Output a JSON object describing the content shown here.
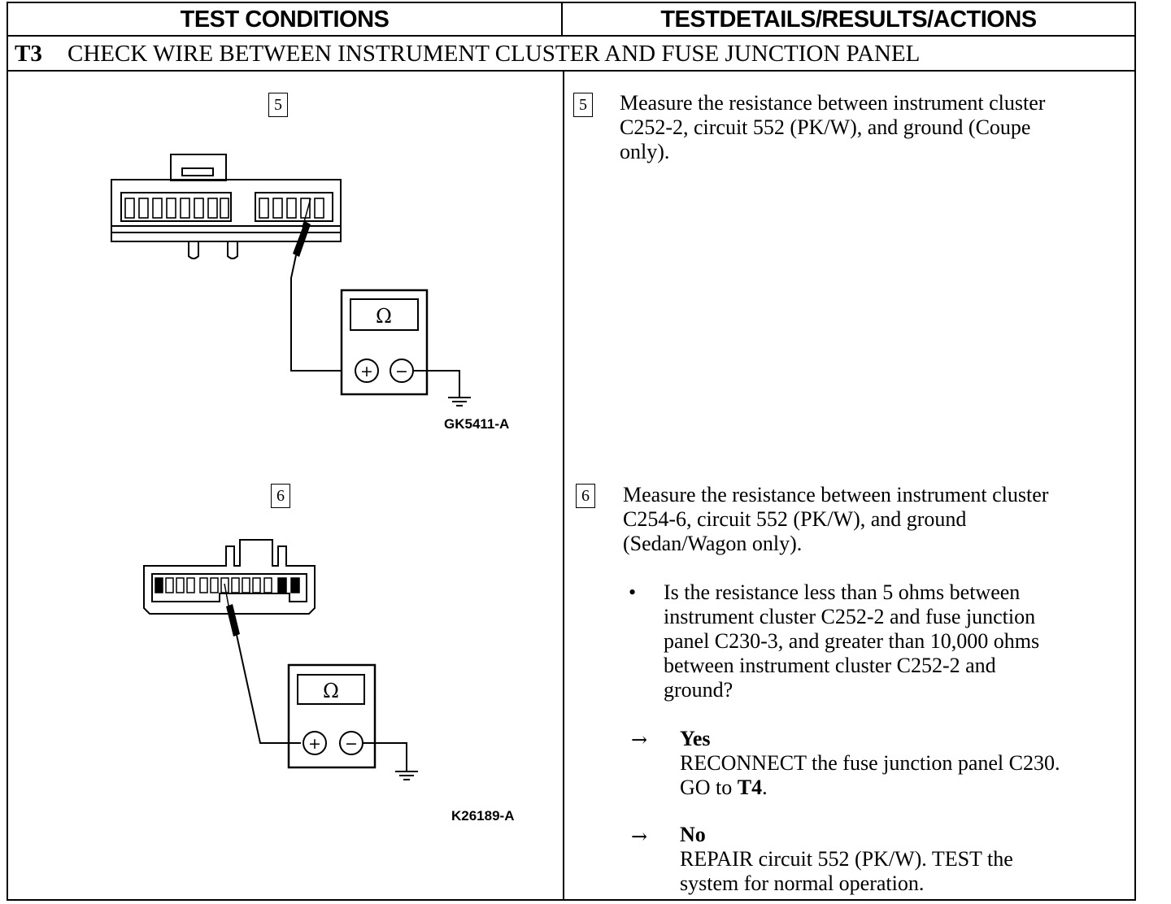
{
  "header": {
    "left": "TEST CONDITIONS",
    "right": "TESTDETAILS/RESULTS/ACTIONS"
  },
  "section": {
    "id": "T3",
    "title": "CHECK WIRE BETWEEN INSTRUMENT CLUSTER AND FUSE JUNCTION PANEL"
  },
  "steps": [
    {
      "number": "5",
      "text_lines": [
        "Measure the resistance between instrument cluster",
        "C252-2, circuit 552 (PK/W), and ground (Coupe",
        "only)."
      ],
      "figure_id": "GK5411-A",
      "meter_symbol": "Ω",
      "plus_symbol": "+",
      "minus_symbol": "−"
    },
    {
      "number": "6",
      "text_lines": [
        "Measure the resistance between instrument cluster",
        "C254-6, circuit 552 (PK/W), and ground",
        "(Sedan/Wagon only)."
      ],
      "figure_id": "K26189-A",
      "meter_symbol": "Ω",
      "plus_symbol": "+",
      "minus_symbol": "−"
    }
  ],
  "question": {
    "bullet": "•",
    "lines": [
      "Is the resistance less than 5 ohms between",
      "instrument cluster C252-2 and fuse junction",
      "panel C230-3, and greater than 10,000 ohms",
      "between instrument cluster C252-2 and",
      "ground?"
    ]
  },
  "answers": [
    {
      "arrow": "→",
      "label": "Yes",
      "line1": "RECONNECT the fuse junction panel C230.",
      "line2_prefix": "GO to ",
      "line2_bold": "T4",
      "line2_suffix": "."
    },
    {
      "arrow": "→",
      "label": "No",
      "line1": "REPAIR circuit 552 (PK/W). TEST the",
      "line2": "system for normal operation."
    }
  ]
}
